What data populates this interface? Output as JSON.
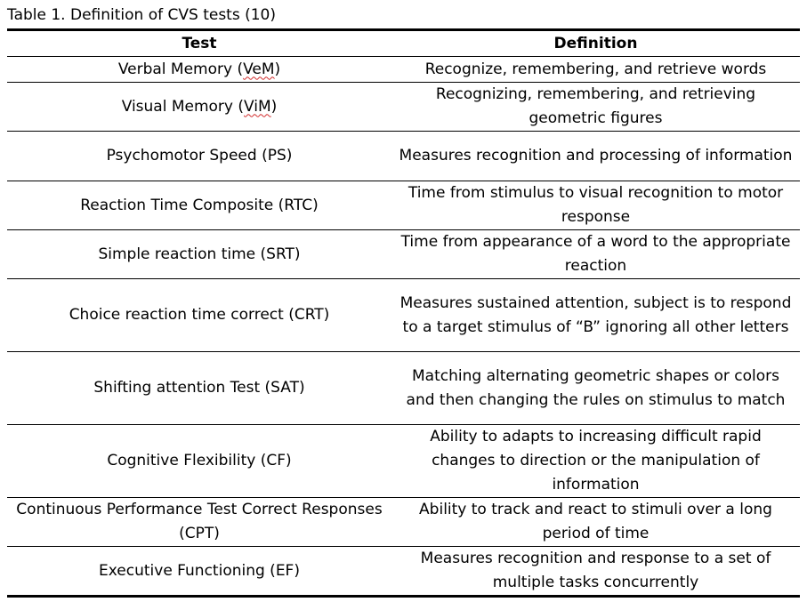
{
  "caption": "Table 1. Definition of CVS tests (10)",
  "headers": {
    "test": "Test",
    "definition": "Definition"
  },
  "rows": [
    {
      "test_pre": "Verbal Memory (",
      "test_abbr": "VeM",
      "test_post": ")",
      "definition": "Recognize, remembering, and retrieve words"
    },
    {
      "test_pre": "Visual Memory (",
      "test_abbr": "ViM",
      "test_post": ")",
      "definition": "Recognizing, remembering, and retrieving geometric figures"
    },
    {
      "test": "Psychomotor Speed (PS)",
      "definition": "Measures recognition and processing of information"
    },
    {
      "test": "Reaction Time Composite (RTC)",
      "definition": "Time from stimulus to visual recognition to motor response"
    },
    {
      "test": "Simple reaction time (SRT)",
      "definition": "Time from appearance of a word to the appropriate reaction"
    },
    {
      "test": "Choice reaction time correct (CRT)",
      "definition": "Measures sustained attention, subject is to respond to a target stimulus of “B” ignoring all other letters"
    },
    {
      "test": "Shifting attention Test (SAT)",
      "definition": "Matching alternating geometric shapes or colors and then changing the rules on stimulus to match"
    },
    {
      "test": "Cognitive Flexibility (CF)",
      "definition": "Ability to adapts to increasing difficult rapid changes to direction or the manipulation of information"
    },
    {
      "test": "Continuous Performance Test Correct Responses (CPT)",
      "definition": "Ability to track and react to stimuli over a long period of time"
    },
    {
      "test": "Executive Functioning (EF)",
      "definition": "Measures recognition and response to a set of multiple tasks concurrently"
    }
  ]
}
